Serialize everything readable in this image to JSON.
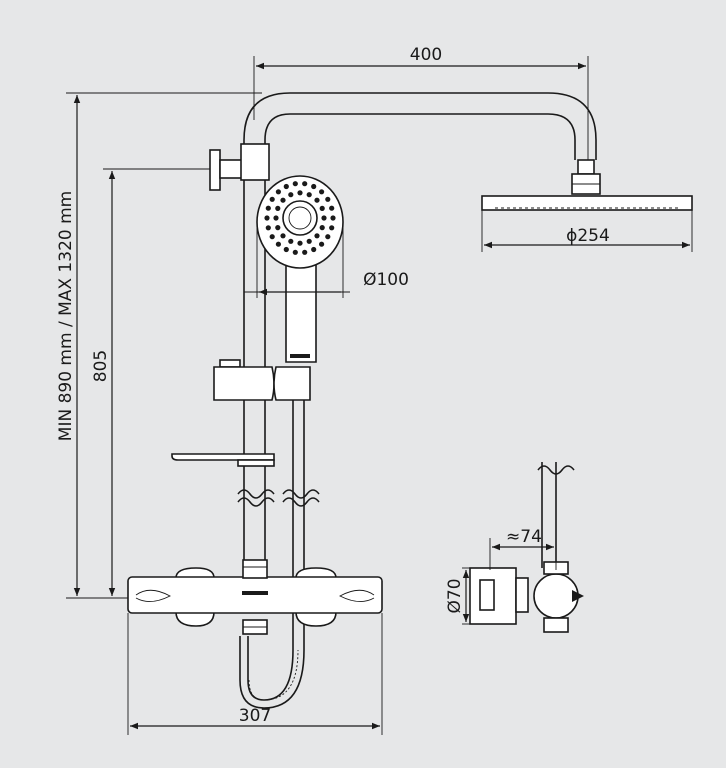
{
  "diagram": {
    "dimensions": {
      "top_width": "400",
      "total_height": "MIN 890 mm / MAX 1320 mm",
      "rail_height": "805",
      "head_diameter": "ϕ254",
      "hand_shower_diameter": "Ø100",
      "bottom_width": "307",
      "side_depth": "≈74",
      "side_diameter": "Ø70"
    },
    "colors": {
      "background": "#e6e7e8",
      "line": "#1a1a1a",
      "part_fill": "#ffffff"
    }
  }
}
